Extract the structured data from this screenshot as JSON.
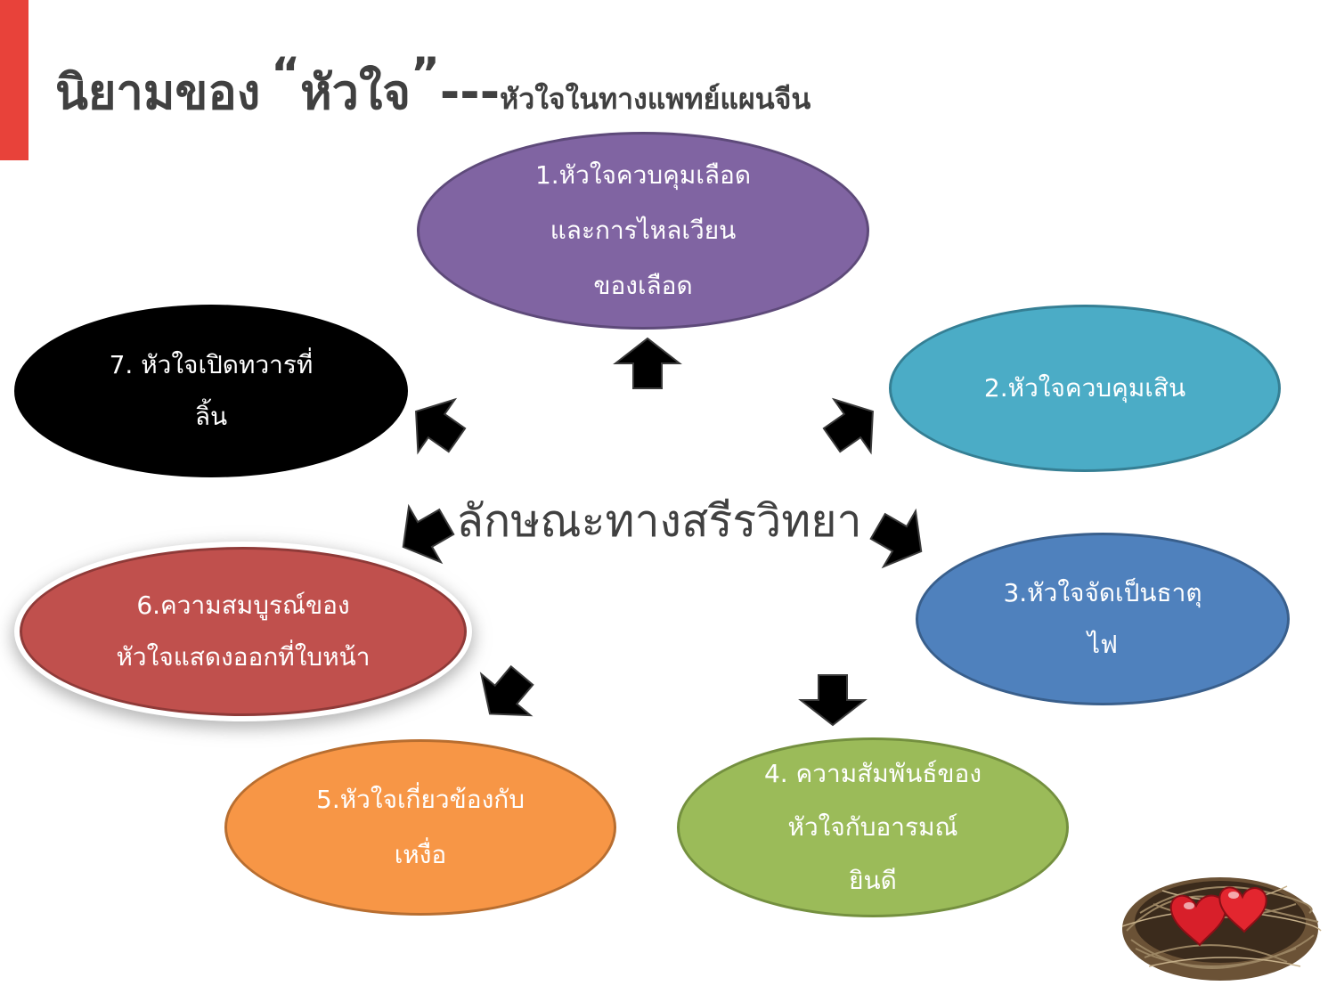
{
  "title": {
    "part1": "นิยามของ",
    "open_quote": "“",
    "highlight": "หัวใจ",
    "close_quote": "”",
    "dashes": "---",
    "suffix": "หัวใจในทางแพทย์แผนจีน"
  },
  "center": "ลักษณะทางสรีรวิทยา",
  "nodes": [
    {
      "label": "1.หัวใจควบคุมเลือด\nและการไหลเวียน\nของเลือด",
      "color": "#8064a2"
    },
    {
      "label": "2.หัวใจควบคุมเสิน",
      "color": "#4bacc6"
    },
    {
      "label": "3.หัวใจจัดเป็นธาตุ\nไฟ",
      "color": "#4f81bd"
    },
    {
      "label": "4. ความสัมพันธ์ของ\nหัวใจกับอารมณ์\nยินดี",
      "color": "#9bbb59"
    },
    {
      "label": "5.หัวใจเกี่ยวข้องกับ\nเหงื่อ",
      "color": "#f79646"
    },
    {
      "label": "6.ความสมบูรณ์ของ\nหัวใจแสดงออกที่ใบหน้า",
      "color": "#c0504d"
    },
    {
      "label": "7. หัวใจเปิดทวารที่\nลิ้น",
      "color": "#000000"
    }
  ],
  "accent_color": "#e8423a"
}
